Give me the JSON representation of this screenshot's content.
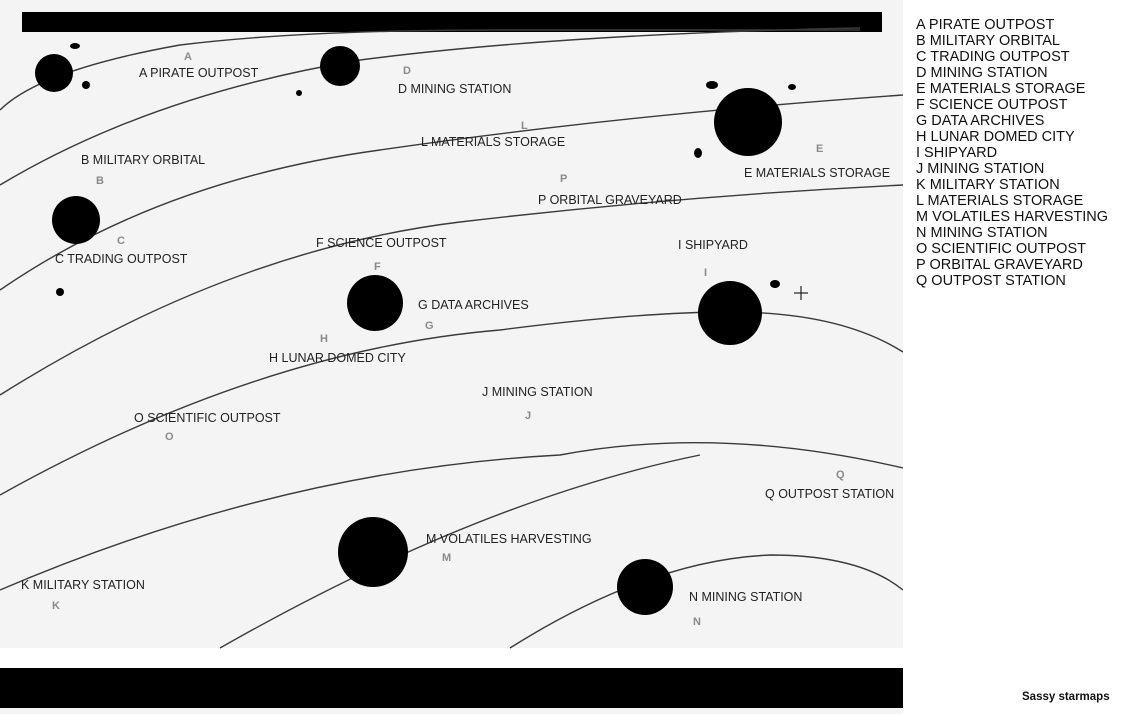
{
  "legend": [
    "A PIRATE OUTPOST",
    "B MILITARY ORBITAL",
    "C TRADING OUTPOST",
    "D MINING STATION",
    "E MATERIALS STORAGE",
    "F SCIENCE OUTPOST",
    "G DATA ARCHIVES",
    "H LUNAR DOMED CITY",
    "I SHIPYARD",
    "J MINING STATION",
    "K MILITARY STATION",
    "L MATERIALS STORAGE",
    "M VOLATILES HARVESTING",
    "N MINING STATION",
    "O SCIENTIFIC OUTPOST",
    "P ORBITAL GRAVEYARD",
    "Q OUTPOST STATION"
  ],
  "map": {
    "labels": {
      "a": "A PIRATE OUTPOST",
      "b": "B MILITARY ORBITAL",
      "c": "C TRADING OUTPOST",
      "d": "D MINING STATION",
      "e": "E MATERIALS STORAGE",
      "f": "F SCIENCE OUTPOST",
      "g": "G DATA ARCHIVES",
      "h": "H LUNAR DOMED CITY",
      "i": "I SHIPYARD",
      "j": "J MINING STATION",
      "k": "K MILITARY STATION",
      "l": "L MATERIALS STORAGE",
      "m": "M VOLATILES HARVESTING",
      "n": "N MINING STATION",
      "o": "O SCIENTIFIC OUTPOST",
      "p": "P ORBITAL GRAVEYARD",
      "q": "Q OUTPOST STATION"
    },
    "letters": {
      "a": "A",
      "b": "B",
      "c": "C",
      "d": "D",
      "e": "E",
      "f": "F",
      "g": "G",
      "h": "H",
      "i": "I",
      "j": "J",
      "k": "K",
      "l": "L",
      "m": "M",
      "n": "N",
      "o": "O",
      "p": "P",
      "q": "Q"
    }
  },
  "credit": "Sassy starmaps"
}
